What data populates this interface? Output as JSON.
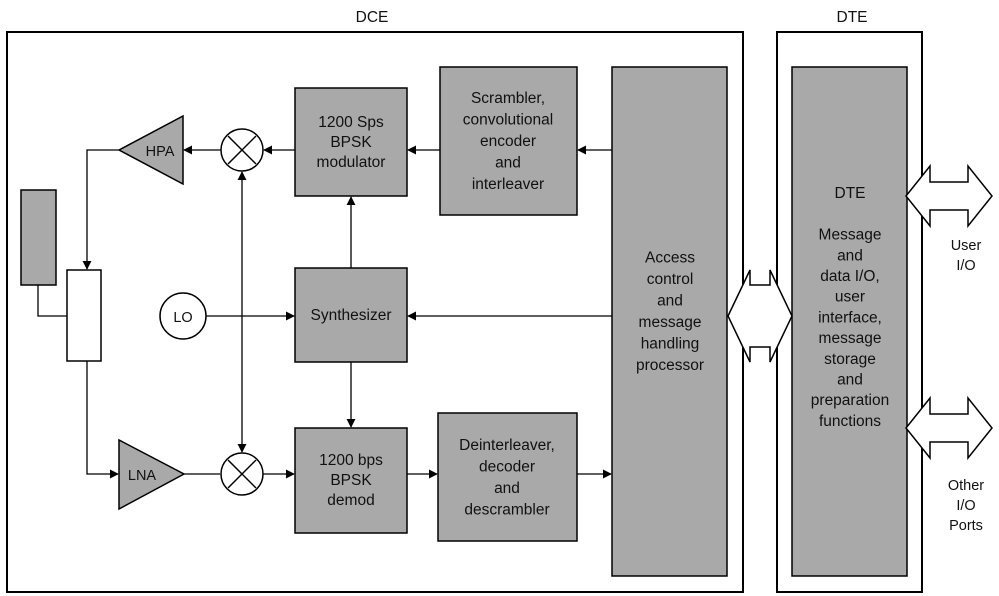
{
  "labels": {
    "dce": "DCE",
    "dte_top": "DTE",
    "hpa": "HPA",
    "lna": "LNA",
    "lo": "LO",
    "user_io": [
      "User",
      "I/O"
    ],
    "other_io": [
      "Other",
      "I/O",
      "Ports"
    ]
  },
  "blocks": {
    "modulator": [
      "1200 Sps",
      "BPSK",
      "modulator"
    ],
    "scrambler": [
      "Scrambler,",
      "convolutional",
      "encoder",
      "and",
      "interleaver"
    ],
    "synthesizer": [
      "Synthesizer"
    ],
    "demod": [
      "1200 bps",
      "BPSK",
      "demod"
    ],
    "deinterleaver": [
      "Deinterleaver,",
      "decoder",
      "and",
      "descrambler"
    ],
    "access": [
      "Access",
      "control",
      "and",
      "message",
      "handling",
      "processor"
    ],
    "dte": [
      "DTE",
      "",
      "Message",
      "and",
      "data I/O,",
      "user",
      "interface,",
      "message",
      "storage",
      "and",
      "preparation",
      "functions"
    ]
  },
  "colors": {
    "block_fill": "#a9a9a9",
    "line": "#000000"
  }
}
